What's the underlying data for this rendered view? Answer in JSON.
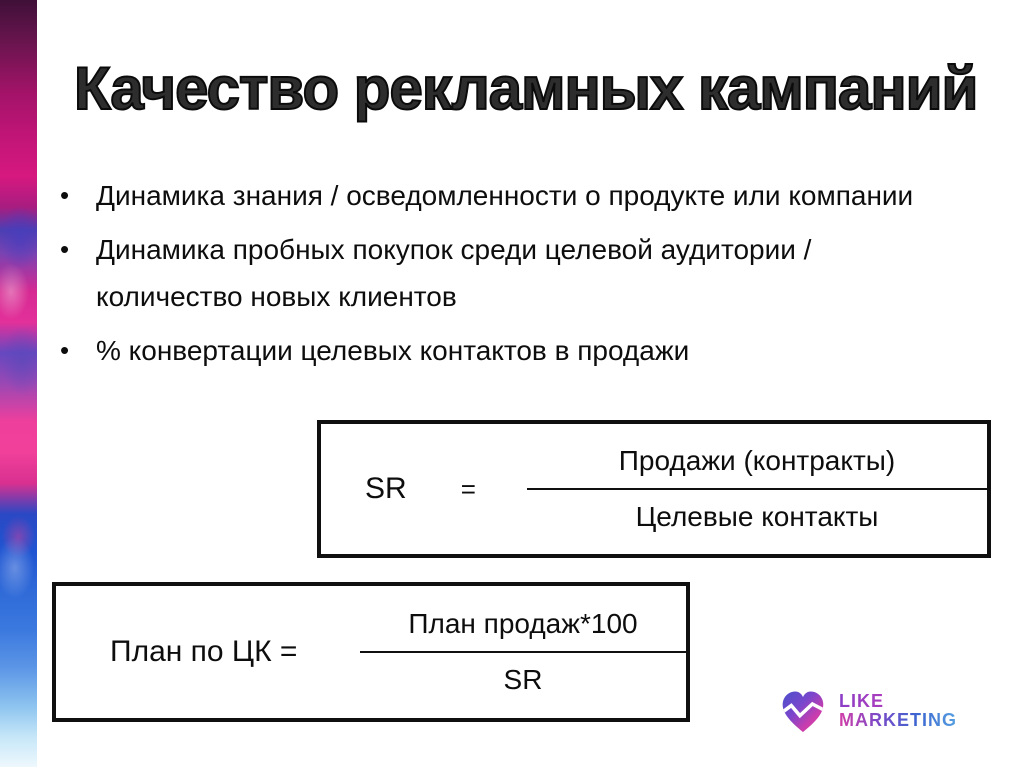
{
  "slide": {
    "title": "Качество рекламных кампаний",
    "bullet_char": "•",
    "bullets": [
      "Динамика знания / осведомленности о продукте или компании",
      "Динамика пробных покупок среди целевой аудитории / количество новых клиентов",
      "% конвертации целевых контактов в продажи"
    ],
    "formula_sr": {
      "lhs": "SR",
      "equals": "=",
      "numerator": "Продажи (контракты)",
      "denominator": "Целевые контакты"
    },
    "formula_plan": {
      "lhs": "План по ЦК =",
      "numerator": "План продаж*100",
      "denominator": "SR"
    },
    "logo": {
      "icon": "heart-pulse-icon",
      "line1": "LIKE",
      "line2": "MARKETING"
    },
    "colors": {
      "text": "#0d0d0d",
      "box_border": "#101010",
      "strip_magenta": "#e3309a",
      "strip_blue": "#1f55d2",
      "strip_cyan": "#8cc3ef",
      "logo_pink": "#d23fa8",
      "logo_purple": "#7a49c8",
      "logo_blue": "#3c66d0"
    }
  }
}
